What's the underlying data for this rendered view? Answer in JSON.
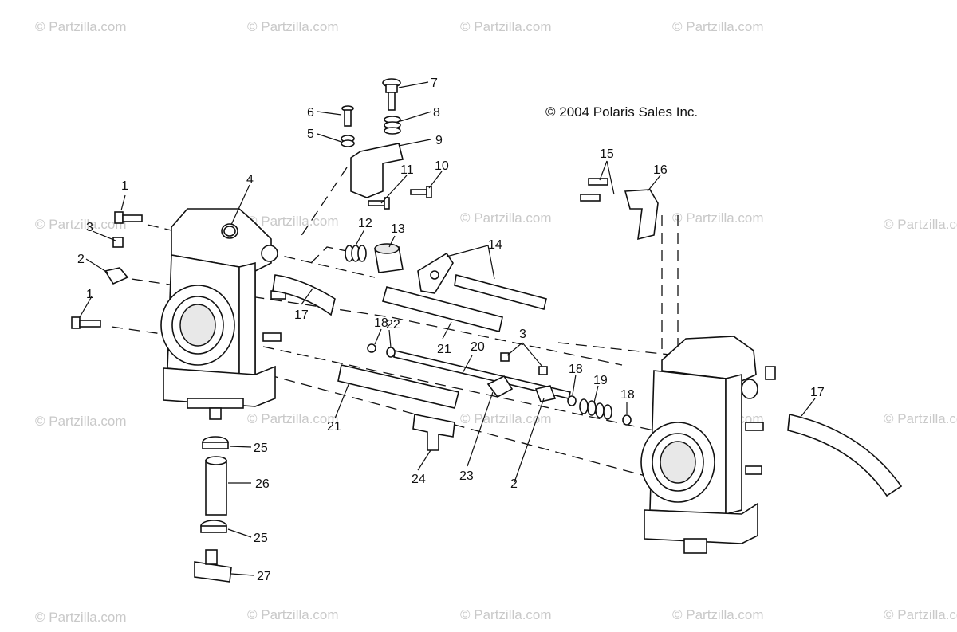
{
  "diagram": {
    "copyright": "© 2004 Polaris Sales Inc.",
    "watermark": "© Partzilla.com",
    "callouts": [
      {
        "id": "c1a",
        "label": "1"
      },
      {
        "id": "c1b",
        "label": "1"
      },
      {
        "id": "c2a",
        "label": "2"
      },
      {
        "id": "c2b",
        "label": "2"
      },
      {
        "id": "c3a",
        "label": "3"
      },
      {
        "id": "c3b",
        "label": "3"
      },
      {
        "id": "c4",
        "label": "4"
      },
      {
        "id": "c5",
        "label": "5"
      },
      {
        "id": "c6",
        "label": "6"
      },
      {
        "id": "c7",
        "label": "7"
      },
      {
        "id": "c8",
        "label": "8"
      },
      {
        "id": "c9",
        "label": "9"
      },
      {
        "id": "c10",
        "label": "10"
      },
      {
        "id": "c11",
        "label": "11"
      },
      {
        "id": "c12",
        "label": "12"
      },
      {
        "id": "c13",
        "label": "13"
      },
      {
        "id": "c14",
        "label": "14"
      },
      {
        "id": "c15",
        "label": "15"
      },
      {
        "id": "c16",
        "label": "16"
      },
      {
        "id": "c17a",
        "label": "17"
      },
      {
        "id": "c17b",
        "label": "17"
      },
      {
        "id": "c18a",
        "label": "18"
      },
      {
        "id": "c18b",
        "label": "18"
      },
      {
        "id": "c18c",
        "label": "18"
      },
      {
        "id": "c19",
        "label": "19"
      },
      {
        "id": "c20",
        "label": "20"
      },
      {
        "id": "c21a",
        "label": "21"
      },
      {
        "id": "c21b",
        "label": "21"
      },
      {
        "id": "c22",
        "label": "22"
      },
      {
        "id": "c23",
        "label": "23"
      },
      {
        "id": "c24",
        "label": "24"
      },
      {
        "id": "c25a",
        "label": "25"
      },
      {
        "id": "c25b",
        "label": "25"
      },
      {
        "id": "c26",
        "label": "26"
      },
      {
        "id": "c27",
        "label": "27"
      }
    ]
  }
}
